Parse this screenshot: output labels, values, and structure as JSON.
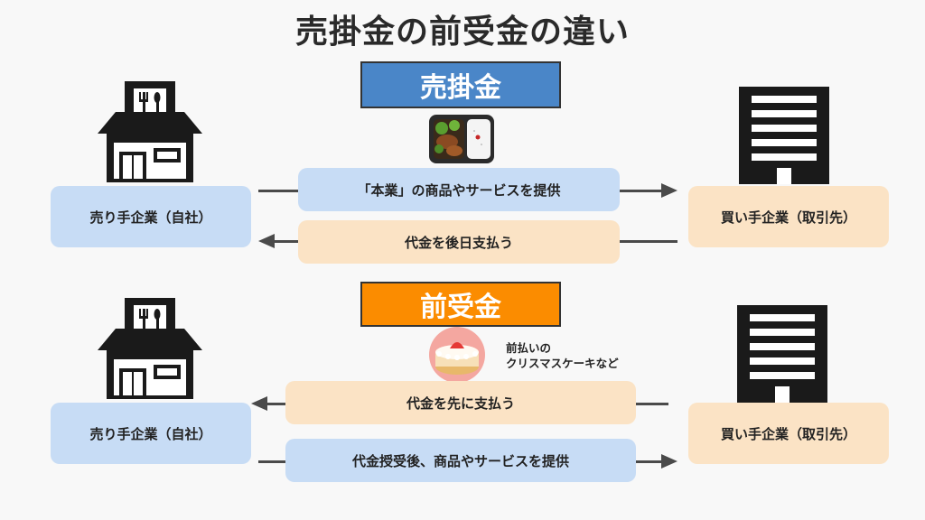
{
  "title": "売掛金の前受金の違い",
  "sections": [
    {
      "label": "売掛金",
      "label_color": "#4a86c8",
      "seller": "売り手企業（自社）",
      "buyer": "買い手企業（取引先）",
      "flow_top": "「本業」の商品やサービスを提供",
      "flow_bottom": "代金を後日支払う",
      "illustration": "bento-icon"
    },
    {
      "label": "前受金",
      "label_color": "#fb8c00",
      "seller": "売り手企業（自社）",
      "buyer": "買い手企業（取引先）",
      "flow_top": "代金を先に支払う",
      "flow_bottom": "代金授受後、商品やサービスを提供",
      "illustration": "cake-icon",
      "note": [
        "前払いの",
        "クリスマスケーキなど"
      ]
    }
  ],
  "colors": {
    "seller_box": "#c7dcf5",
    "buyer_box": "#fbe3c5",
    "arrow": "#4a4a4a"
  }
}
